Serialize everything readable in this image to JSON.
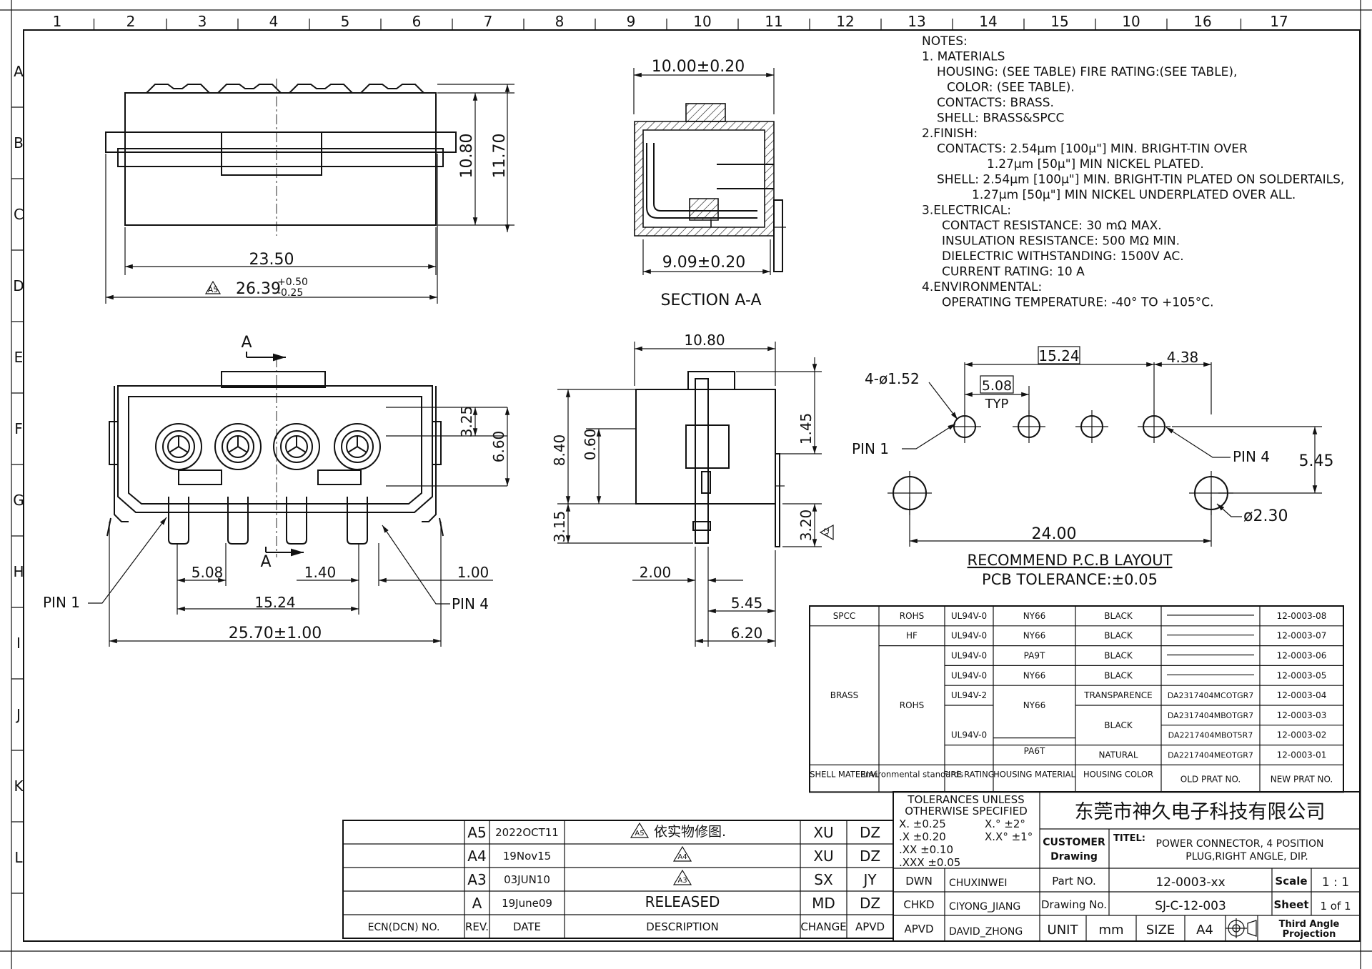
{
  "border": {
    "columns": [
      "1",
      "2",
      "3",
      "4",
      "5",
      "6",
      "7",
      "8",
      "9",
      "10",
      "11",
      "12",
      "13",
      "14",
      "15",
      "10",
      "16",
      "17"
    ],
    "rows": [
      "A",
      "B",
      "C",
      "D",
      "E",
      "F",
      "G",
      "H",
      "I",
      "J",
      "K",
      "L"
    ]
  },
  "top_view": {
    "dim_width_inner": "23.50",
    "dim_width_outer": "26.39",
    "dim_width_tol_plus": "+0.50",
    "dim_width_tol_minus": "-0.25",
    "rev_mark": "A5",
    "dim_height_inner": "10.80",
    "dim_height_outer": "11.70"
  },
  "section": {
    "dim_top": "10.00±0.20",
    "dim_bottom": "9.09±0.20",
    "title": "SECTION A-A"
  },
  "front_view": {
    "section_mark": "A",
    "dim_3_25": "3.25",
    "dim_6_60": "6.60",
    "dim_5_08": "5.08",
    "dim_1_40": "1.40",
    "dim_1_00": "1.00",
    "dim_15_24": "15.24",
    "dim_25_70": "25.70±1.00",
    "pin1": "PIN 1",
    "pin4": "PIN 4"
  },
  "side_view": {
    "dim_10_80": "10.80",
    "dim_8_40": "8.40",
    "dim_0_60": "0.60",
    "dim_1_45": "1.45",
    "dim_3_15": "3.15",
    "dim_3_20": "3.20",
    "rev_mark": "A2",
    "dim_2_00": "2.00",
    "dim_5_45": "5.45",
    "dim_6_20": "6.20"
  },
  "notes": [
    "NOTES:",
    "1. MATERIALS",
    "   HOUSING: (SEE TABLE) FIRE RATING:(SEE TABLE),",
    "     COLOR: (SEE TABLE).",
    "   CONTACTS: BRASS.",
    "   SHELL: BRASS&SPCC",
    "2.FINISH:",
    "   CONTACTS: 2.54μm [100μ\"] MIN. BRIGHT-TIN OVER",
    "             1.27μm [50μ\"] MIN NICKEL PLATED.",
    "   SHELL: 2.54μm [100μ\"] MIN. BRIGHT-TIN PLATED ON SOLDERTAILS,",
    "          1.27μm [50μ\"] MIN NICKEL UNDERPLATED OVER ALL.",
    "3.ELECTRICAL:",
    "    CONTACT RESISTANCE: 30 mΩ MAX.",
    "    INSULATION RESISTANCE: 500 MΩ MIN.",
    "    DIELECTRIC WITHSTANDING: 1500V AC.",
    "    CURRENT RATING: 10 A",
    "4.ENVIRONMENTAL:",
    "    OPERATING TEMPERATURE: -40° TO +105°C."
  ],
  "pcb": {
    "dim_15_24": "15.24",
    "dim_4_38": "4.38",
    "holes": "4-ø1.52",
    "dim_5_08": "5.08",
    "typ": "TYP",
    "pin1": "PIN 1",
    "pin4": "PIN 4",
    "dim_5_45": "5.45",
    "dim_24_00": "24.00",
    "dim_2_30": "ø2.30",
    "title": "RECOMMEND P.C.B LAYOUT",
    "tolerance": "PCB TOLERANCE:±0.05"
  },
  "parts_table": {
    "rows": [
      {
        "fire": "UL94V-0",
        "material": "NY66",
        "color": "BLACK",
        "old": "",
        "new": "12-0003-08"
      },
      {
        "fire": "UL94V-0",
        "material": "NY66",
        "color": "BLACK",
        "old": "",
        "new": "12-0003-07"
      },
      {
        "fire": "UL94V-0",
        "material": "PA9T",
        "color": "BLACK",
        "old": "",
        "new": "12-0003-06"
      },
      {
        "fire": "UL94V-0",
        "material": "NY66",
        "color": "BLACK",
        "old": "",
        "new": "12-0003-05"
      },
      {
        "fire": "UL94V-2",
        "material": "NY66",
        "color": "TRANSPARENCE",
        "old": "DA2317404MCOTGR7",
        "new": "12-0003-04"
      },
      {
        "fire": "",
        "material": "",
        "color": "",
        "old": "DA2317404MBOTGR7",
        "new": "12-0003-03"
      },
      {
        "fire": "UL94V-0",
        "material": "",
        "color": "BLACK",
        "old": "DA2217404MBOT5R7",
        "new": "12-0003-02"
      },
      {
        "fire": "",
        "material": "PA6T",
        "color": "NATURAL",
        "old": "DA2217404MEOTGR7",
        "new": "12-0003-01"
      }
    ],
    "shell_spcc": "SPCC",
    "shell_brass": "BRASS",
    "env_rohs1": "ROHS",
    "env_hf": "HF",
    "env_rohs2": "ROHS",
    "headers": {
      "shell": "SHELL MATERIAL",
      "env": "Environmental standards",
      "fire": "FIRE RATING",
      "material": "HOUSING MATERIAL",
      "color": "HOUSING COLOR",
      "old": "OLD PRAT NO.",
      "new": "NEW PRAT NO."
    }
  },
  "revisions": {
    "rows": [
      {
        "rev": "A5",
        "date": "2022OCT11",
        "desc_mark": "A5",
        "desc": "依实物修图.",
        "change": "XU",
        "apvd": "DZ"
      },
      {
        "rev": "A4",
        "date": "19Nov15",
        "desc_mark": "A4",
        "desc": "",
        "change": "XU",
        "apvd": "DZ"
      },
      {
        "rev": "A3",
        "date": "03JUN10",
        "desc_mark": "A3",
        "desc": "",
        "change": "SX",
        "apvd": "JY"
      },
      {
        "rev": "A",
        "date": "19June09",
        "desc_mark": "",
        "desc": "RELEASED",
        "change": "MD",
        "apvd": "DZ"
      }
    ],
    "headers": {
      "ecn": "ECN(DCN) NO.",
      "rev": "REV.",
      "date": "DATE",
      "desc": "DESCRIPTION",
      "change": "CHANGE",
      "apvd": "APVD"
    }
  },
  "title_block": {
    "tol_title1": "TOLERANCES UNLESS",
    "tol_title2": "OTHERWISE SPECIFIED",
    "tol_x": "X.    ±0.25",
    "tol_x1": ".X    ±0.20",
    "tol_xx": ".XX   ±0.10",
    "tol_xxx": ".XXX  ±0.05",
    "tol_ang1": "X.°   ±2°",
    "tol_ang2": "X.X°  ±1°",
    "company": "东莞市神久电子科技有限公司",
    "customer_label": "CUSTOMER",
    "drawing_label": "Drawing",
    "titel_label": "TITEL:",
    "title_line1": "POWER CONNECTOR, 4 POSITION",
    "title_line2": "PLUG,RIGHT ANGLE, DIP.",
    "dwn_label": "DWN",
    "dwn": "CHUXINWEI",
    "chkd_label": "CHKD",
    "chkd": "CIYONG_JIANG",
    "apvd_label": "APVD",
    "apvd": "DAVID_ZHONG",
    "part_no_label": "Part NO.",
    "part_no": "12-0003-xx",
    "drawing_no_label": "Drawing No.",
    "drawing_no": "SJ-C-12-003",
    "scale_label": "Scale",
    "scale": "1 : 1",
    "sheet_label": "Sheet",
    "sheet": "1 of 1",
    "unit_label": "UNIT",
    "unit": "mm",
    "size_label": "SIZE",
    "size": "A4",
    "projection1": "Third Angle",
    "projection2": "Projection"
  }
}
